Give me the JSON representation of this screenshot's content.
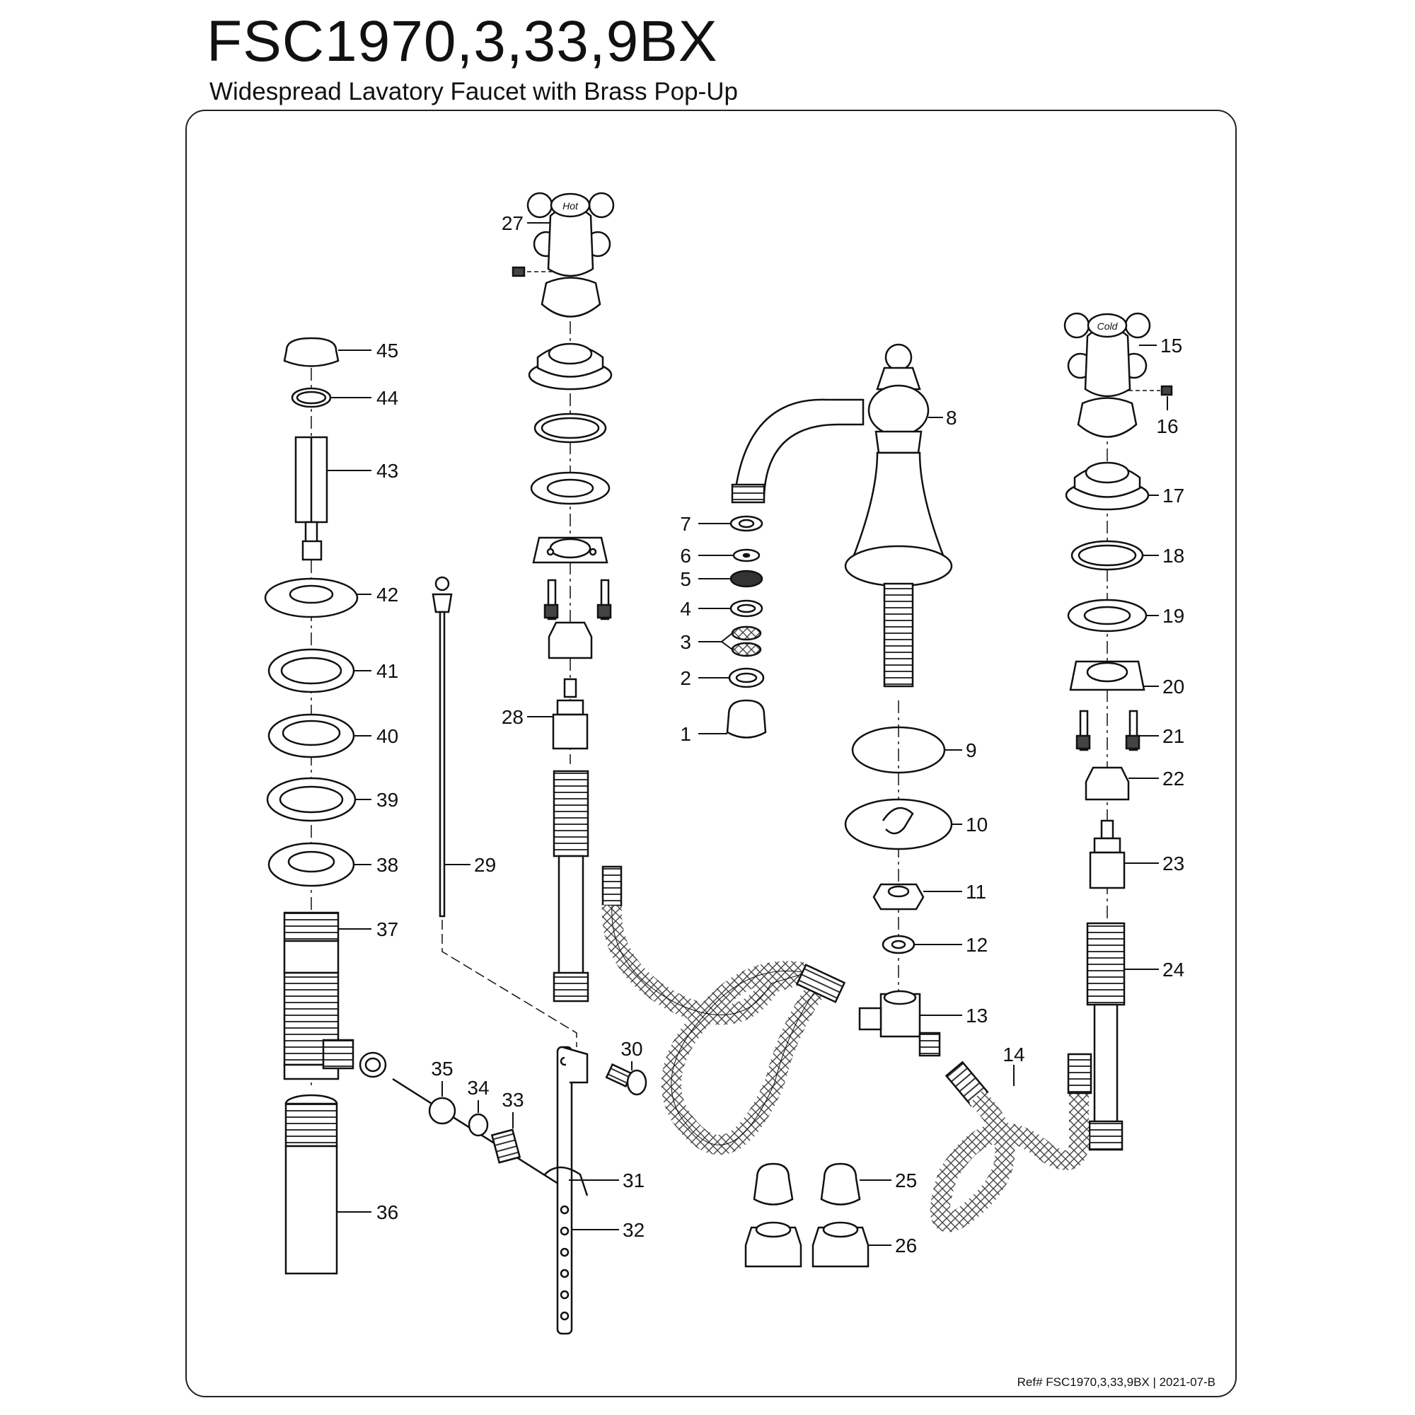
{
  "header": {
    "model": "FSC1970,3,33,9BX",
    "description": "Widespread Lavatory Faucet with Brass Pop-Up"
  },
  "footer": {
    "reference": "Ref# FSC1970,3,33,9BX | 2021-07-B"
  },
  "handle_labels": {
    "hot": "Hot",
    "cold": "Cold"
  },
  "callouts": {
    "p1": "1",
    "p2": "2",
    "p3": "3",
    "p4": "4",
    "p5": "5",
    "p6": "6",
    "p7": "7",
    "p8": "8",
    "p9": "9",
    "p10": "10",
    "p11": "11",
    "p12": "12",
    "p13": "13",
    "p14": "14",
    "p15": "15",
    "p16": "16",
    "p17": "17",
    "p18": "18",
    "p19": "19",
    "p20": "20",
    "p21": "21",
    "p22": "22",
    "p23": "23",
    "p24": "24",
    "p25": "25",
    "p26": "26",
    "p27": "27",
    "p28": "28",
    "p29": "29",
    "p30": "30",
    "p31": "31",
    "p32": "32",
    "p33": "33",
    "p34": "34",
    "p35": "35",
    "p36": "36",
    "p37": "37",
    "p38": "38",
    "p39": "39",
    "p40": "40",
    "p41": "41",
    "p42": "42",
    "p43": "43",
    "p44": "44",
    "p45": "45"
  }
}
